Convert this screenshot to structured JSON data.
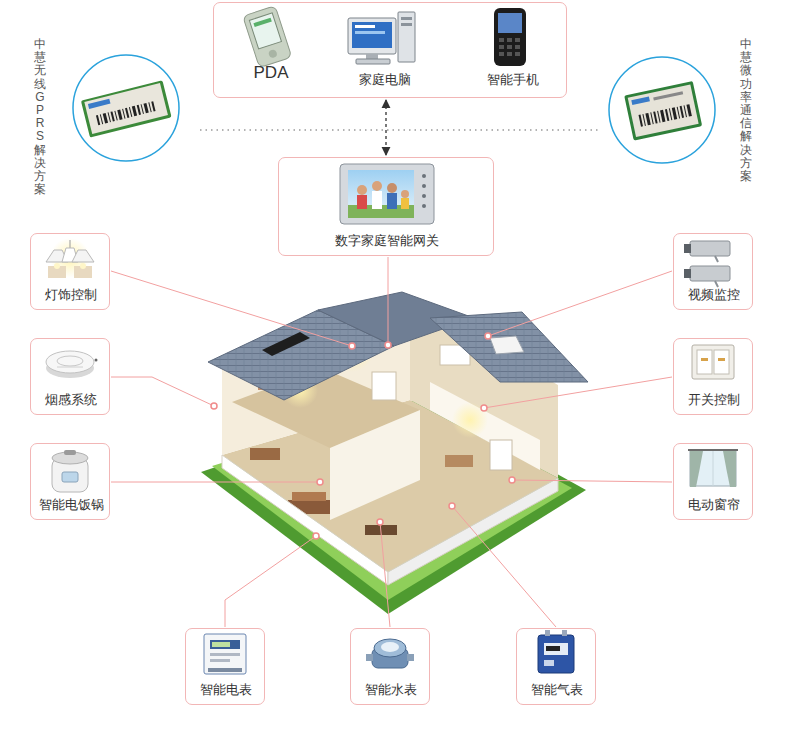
{
  "diagram": {
    "nodes": [
      {
        "text": [
          "PDA",
          "家庭电脑",
          "智能手机"
        ]
      },
      {
        "text": [
          "数字家庭智能网关"
        ]
      },
      {
        "text": [
          "灯饰控制"
        ]
      },
      {
        "text": [
          "视频监控"
        ]
      },
      {
        "text": [
          "烟感系统"
        ]
      },
      {
        "text": [
          "开关控制"
        ]
      },
      {
        "text": [
          "智能电饭锅"
        ]
      },
      {
        "text": [
          "电动窗帘"
        ]
      },
      {
        "text": [
          "智能电表"
        ]
      },
      {
        "text": [
          "智能水表"
        ]
      },
      {
        "text": [
          "智能气表"
        ]
      }
    ],
    "edges": [
      {
        "from": 0,
        "to": 1,
        "arrow": "both"
      }
    ],
    "labels": [
      "中慧无线GPRS解决方案",
      "中慧微功率通信解决方案"
    ]
  }
}
